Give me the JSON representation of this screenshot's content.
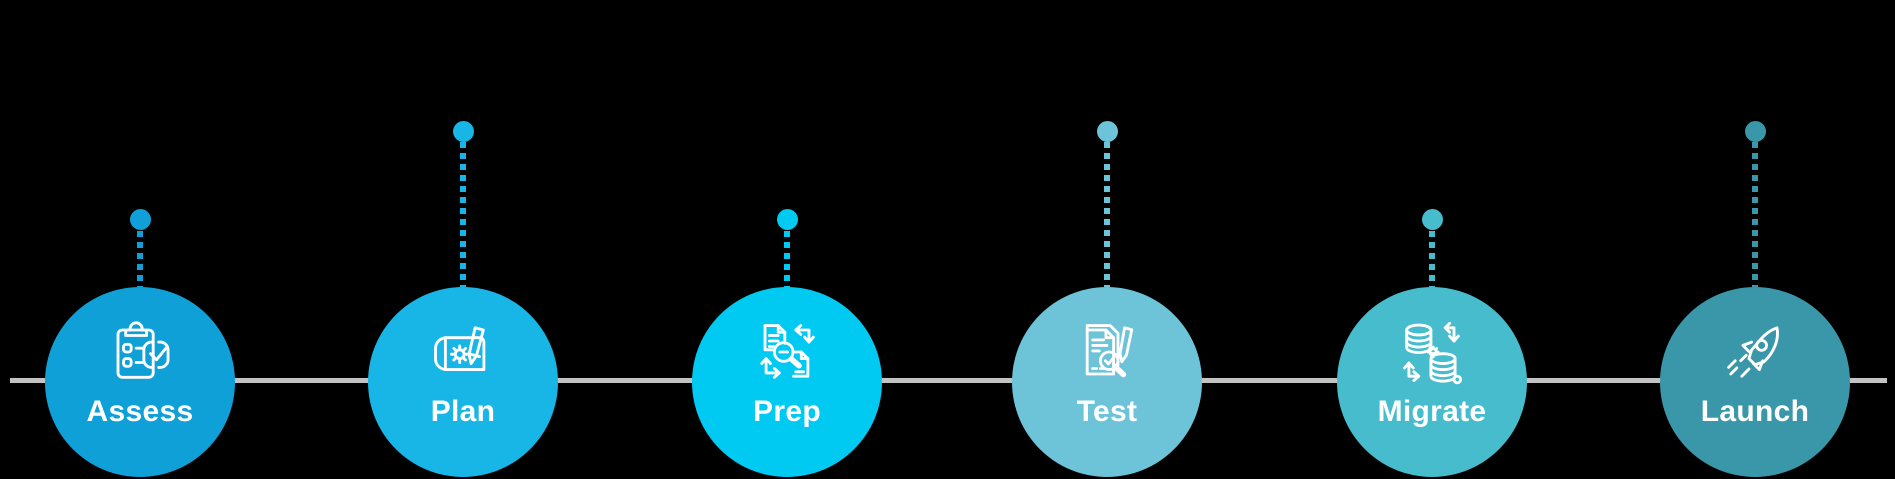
{
  "page": {
    "background_color": "#000000"
  },
  "timeline": {
    "line_color": "#c3c3c3",
    "label_color": "#ffffff",
    "steps": [
      {
        "label": "Assess",
        "color": "#0fa0d7",
        "icon": "clipboard-check-icon",
        "connector": "short"
      },
      {
        "label": "Plan",
        "color": "#18b6e6",
        "icon": "blueprint-gear-pencil-icon",
        "connector": "tall"
      },
      {
        "label": "Prep",
        "color": "#00c9f2",
        "icon": "document-sync-search-icon",
        "connector": "short"
      },
      {
        "label": "Test",
        "color": "#6dc3d8",
        "icon": "document-check-magnifier-icon",
        "connector": "tall"
      },
      {
        "label": "Migrate",
        "color": "#47bccd",
        "icon": "database-transfer-icon",
        "connector": "short"
      },
      {
        "label": "Launch",
        "color": "#3a97a9",
        "icon": "rocket-icon",
        "connector": "tall"
      }
    ]
  }
}
